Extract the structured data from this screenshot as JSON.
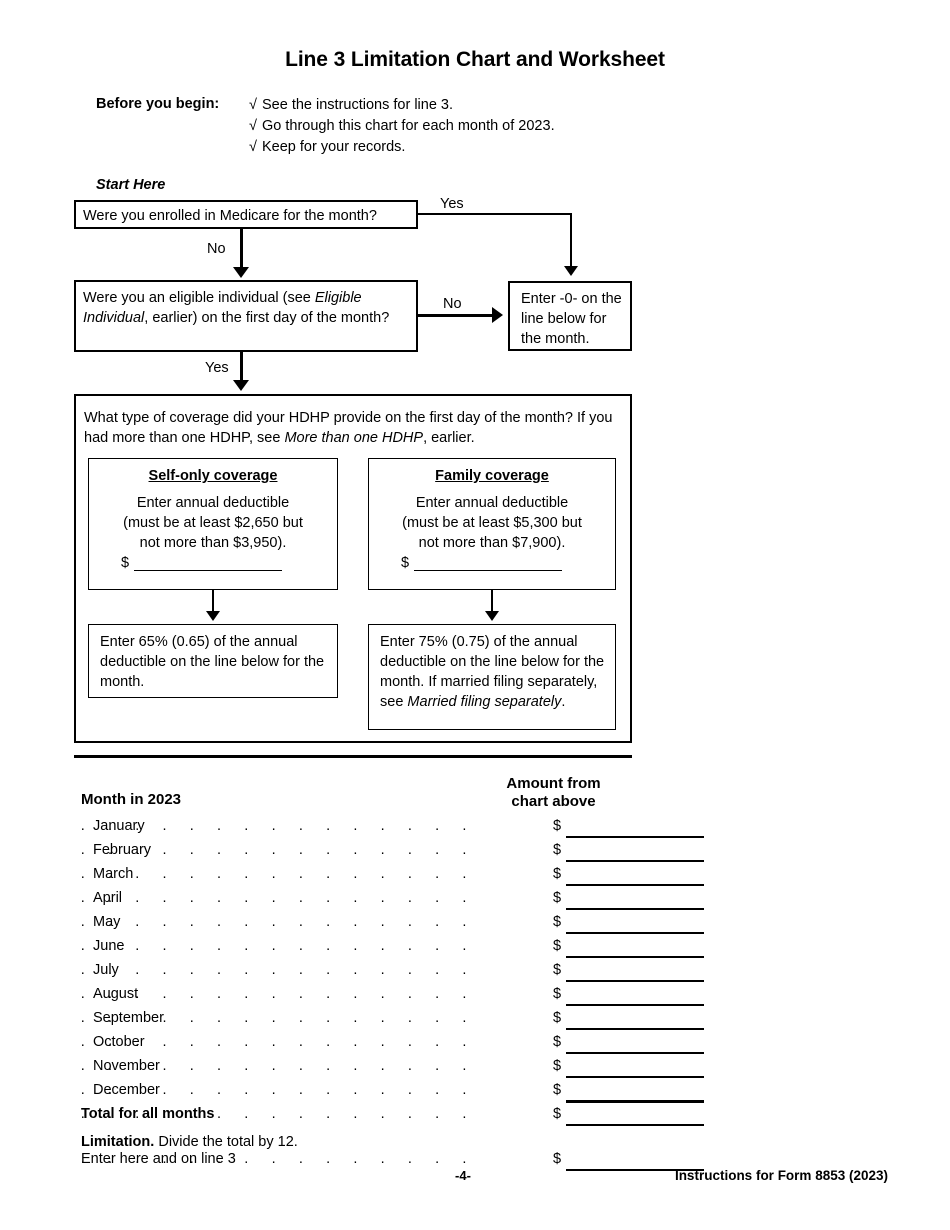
{
  "document": {
    "title": "Line 3 Limitation Chart and Worksheet",
    "before_you_begin_label": "Before you begin:",
    "before_you_begin_items": [
      "See the instructions for line 3.",
      "Go through this chart for each month of 2023.",
      "Keep for your records."
    ],
    "check_glyph": "√"
  },
  "flowchart": {
    "start_here": "Start Here",
    "q_medicare": "Were you enrolled in Medicare for the month?",
    "q_medicare_yes": "Yes",
    "q_medicare_no": "No",
    "q_eligible_part1": "Were you an eligible individual (see ",
    "q_eligible_italic": "Eligible Individual",
    "q_eligible_part2": ", earlier) on the first day of the month?",
    "q_eligible_no": "No",
    "q_eligible_yes": "Yes",
    "enter_zero": "Enter -0- on the line below for the month.",
    "coverage_question_part1": "What type of coverage did your HDHP provide on the first day of the month? If you had more than one HDHP, see ",
    "coverage_question_italic": "More than one HDHP",
    "coverage_question_part2": ", earlier.",
    "self_only": {
      "heading": "Self-only coverage",
      "line1": "Enter annual deductible",
      "line2": "(must be at least $2,650 but",
      "line3": "not more than $3,950).",
      "dollar_sign": "$",
      "min_deductible": "$2,650",
      "max_deductible": "$3,950"
    },
    "family": {
      "heading": "Family coverage",
      "line1": "Enter annual deductible",
      "line2": "(must be at least $5,300 but",
      "line3": "not more than $7,900).",
      "dollar_sign": "$",
      "min_deductible": "$5,300",
      "max_deductible": "$7,900"
    },
    "pct_self": "Enter 65% (0.65) of the annual deductible on the line below for the month.",
    "pct_self_percent": "65%",
    "pct_self_decimal": "0.65",
    "pct_family_part1": "Enter 75% (0.75) of the annual deductible on the line below for the month. If married filing separately, see ",
    "pct_family_italic": "Married filing separately",
    "pct_family_part2": ".",
    "pct_family_percent": "75%",
    "pct_family_decimal": "0.75"
  },
  "worksheet": {
    "month_header": "Month in 2023",
    "amount_header_line1": "Amount from",
    "amount_header_line2": "chart above",
    "dollar_sign": "$",
    "leader_dots": ". . . . . . . . . . . . . . . . . . . . . . . . . . . . . .",
    "rows": [
      {
        "label": "January",
        "value": ""
      },
      {
        "label": "February",
        "value": ""
      },
      {
        "label": "March",
        "value": ""
      },
      {
        "label": "April",
        "value": ""
      },
      {
        "label": "May",
        "value": ""
      },
      {
        "label": "June",
        "value": ""
      },
      {
        "label": "July",
        "value": ""
      },
      {
        "label": "August",
        "value": ""
      },
      {
        "label": "September",
        "value": ""
      },
      {
        "label": "October",
        "value": ""
      },
      {
        "label": "November",
        "value": ""
      },
      {
        "label": "December",
        "value": ""
      }
    ],
    "total_label": "Total for all months",
    "total_value": "",
    "limitation_bold": "Limitation.",
    "limitation_text": " Divide the total by 12.",
    "limitation_row_label": "Enter here and on line 3",
    "limitation_value": ""
  },
  "footer": {
    "page_number": "-4-",
    "form_reference": "Instructions for Form 8853 (2023)"
  }
}
